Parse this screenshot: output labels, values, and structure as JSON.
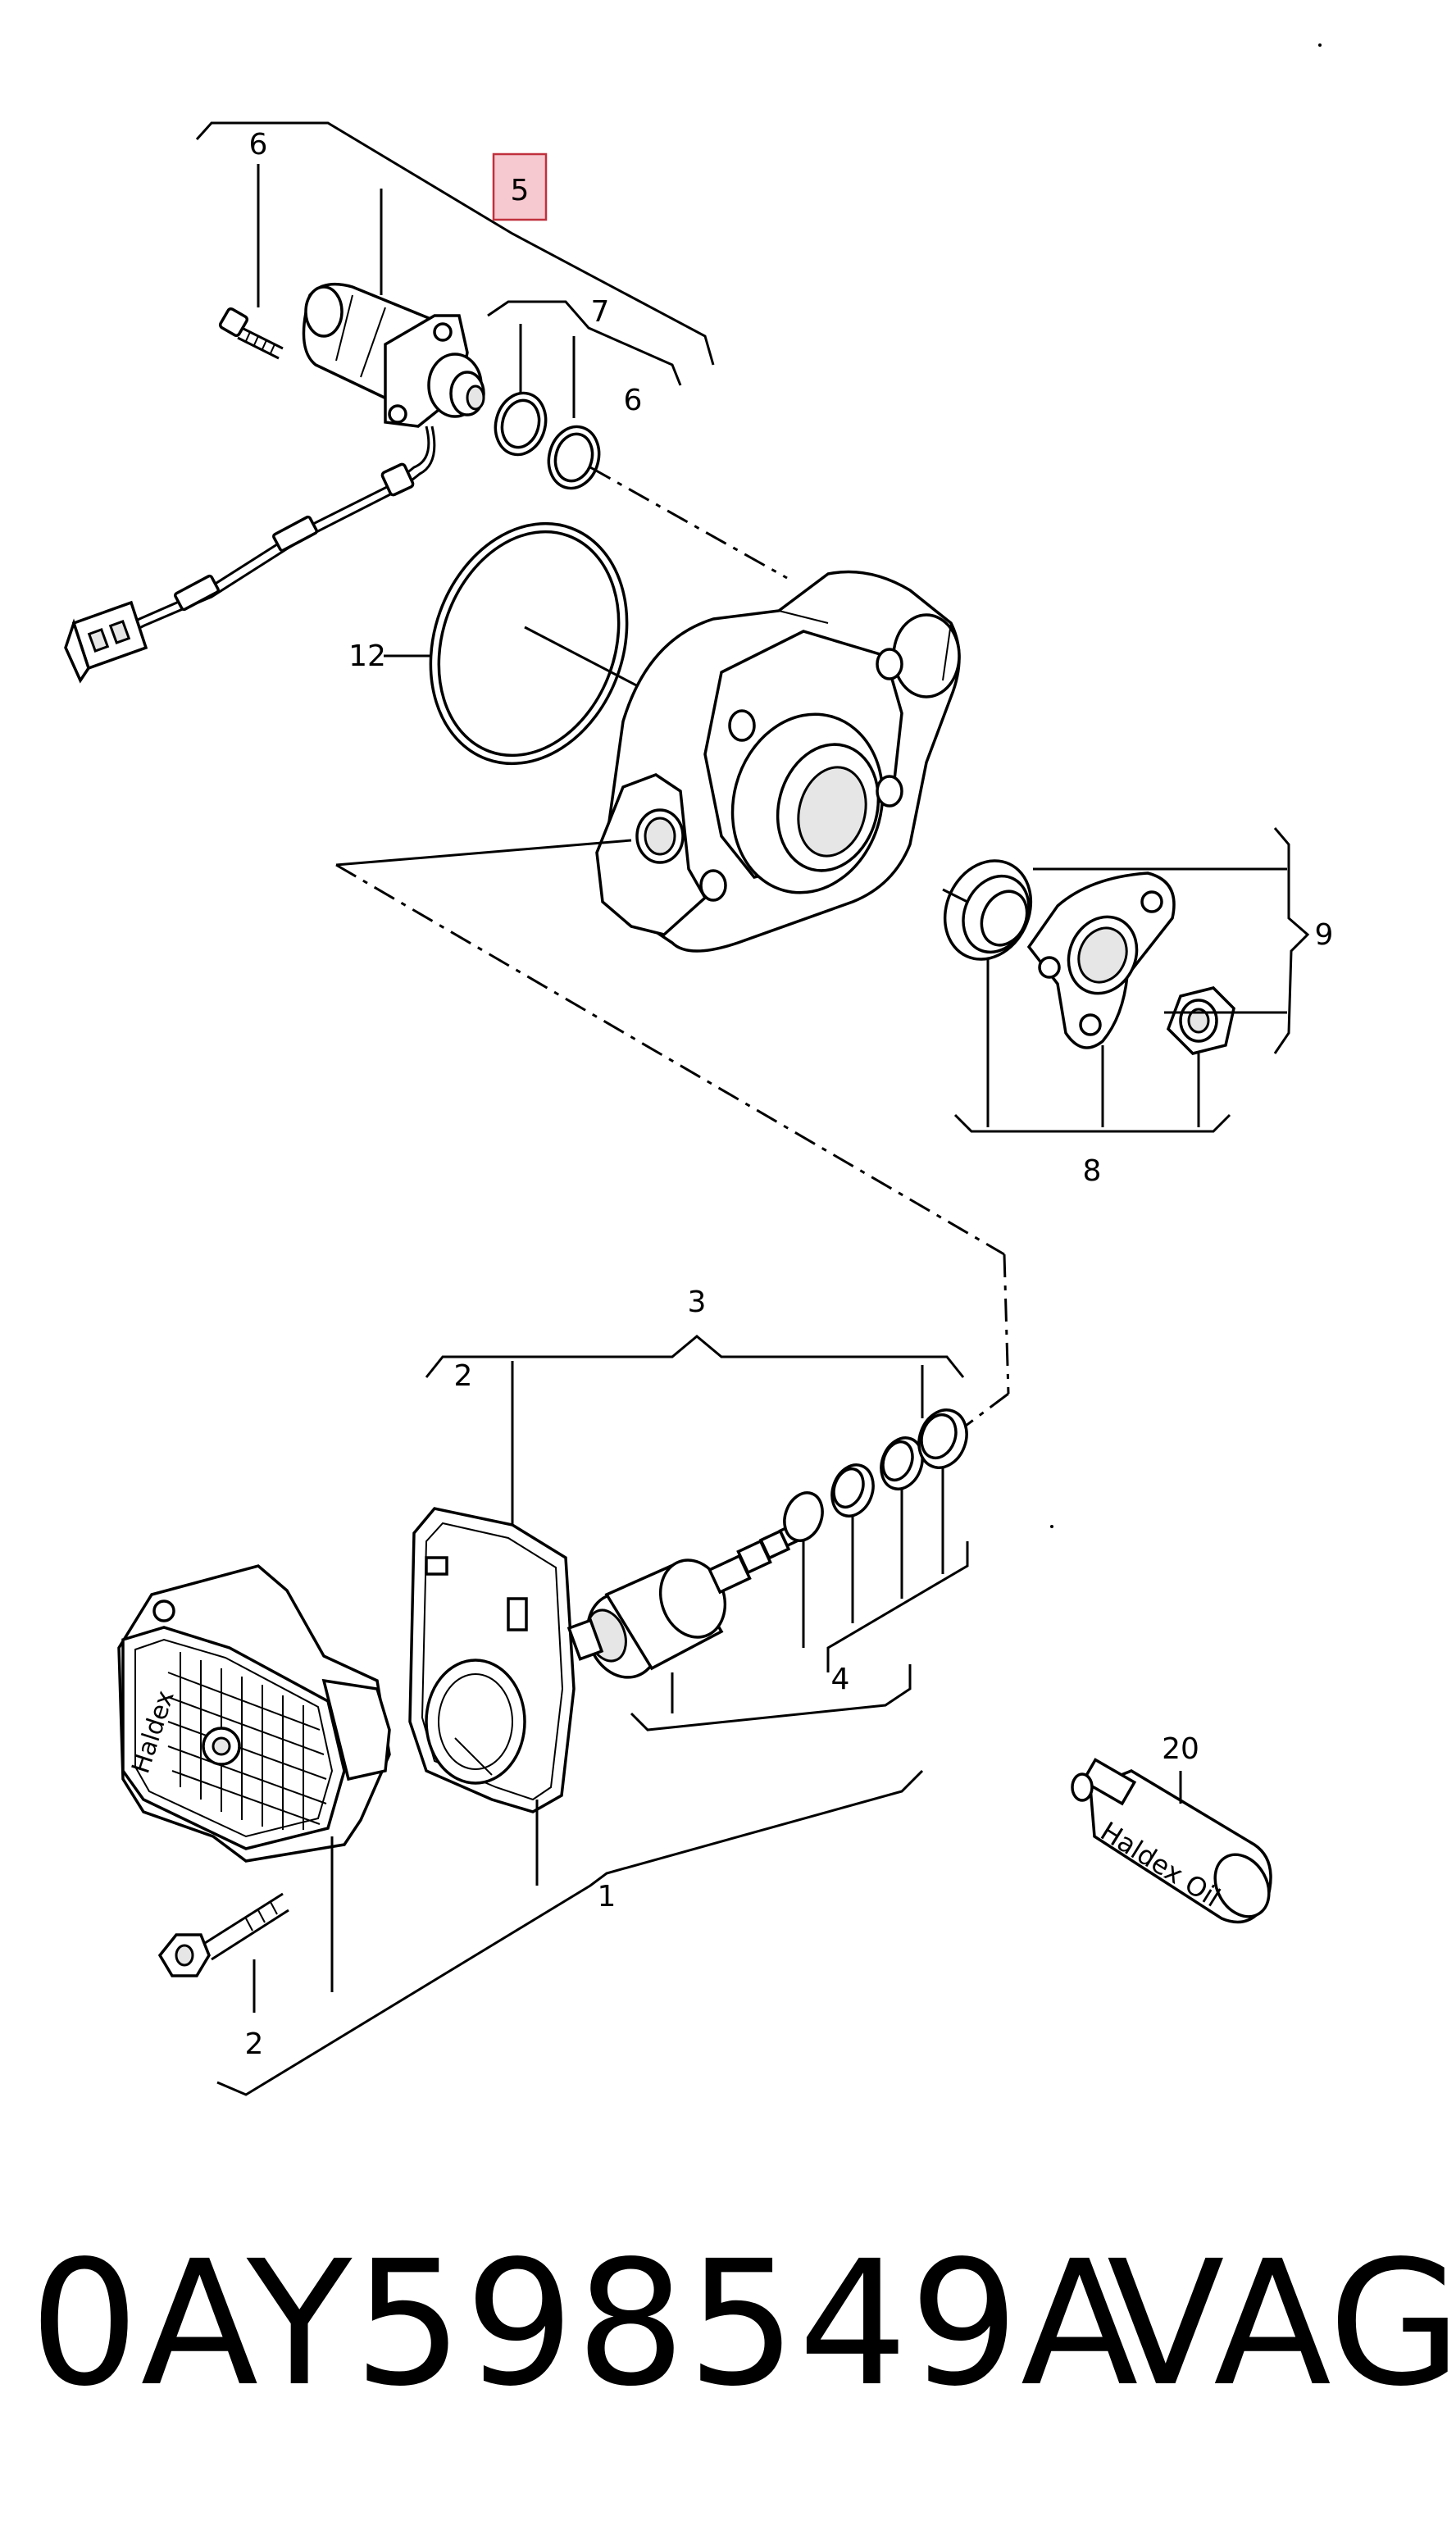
{
  "callouts": {
    "c6_top": "6",
    "c5": "5",
    "c7": "7",
    "c6_mid": "6",
    "c12": "12",
    "c9": "9",
    "c8": "8",
    "c3": "3",
    "c2_top": "2",
    "c4": "4",
    "c20": "20",
    "c1": "1",
    "c2_bottom": "2"
  },
  "labels": {
    "cover_brand": "Haldex",
    "oil_label": "Haldex Oil"
  },
  "footer": {
    "part_number": "0AY598549A",
    "brand": "VAG"
  },
  "colors": {
    "highlight": "#f6c8cf",
    "line": "#000000"
  }
}
